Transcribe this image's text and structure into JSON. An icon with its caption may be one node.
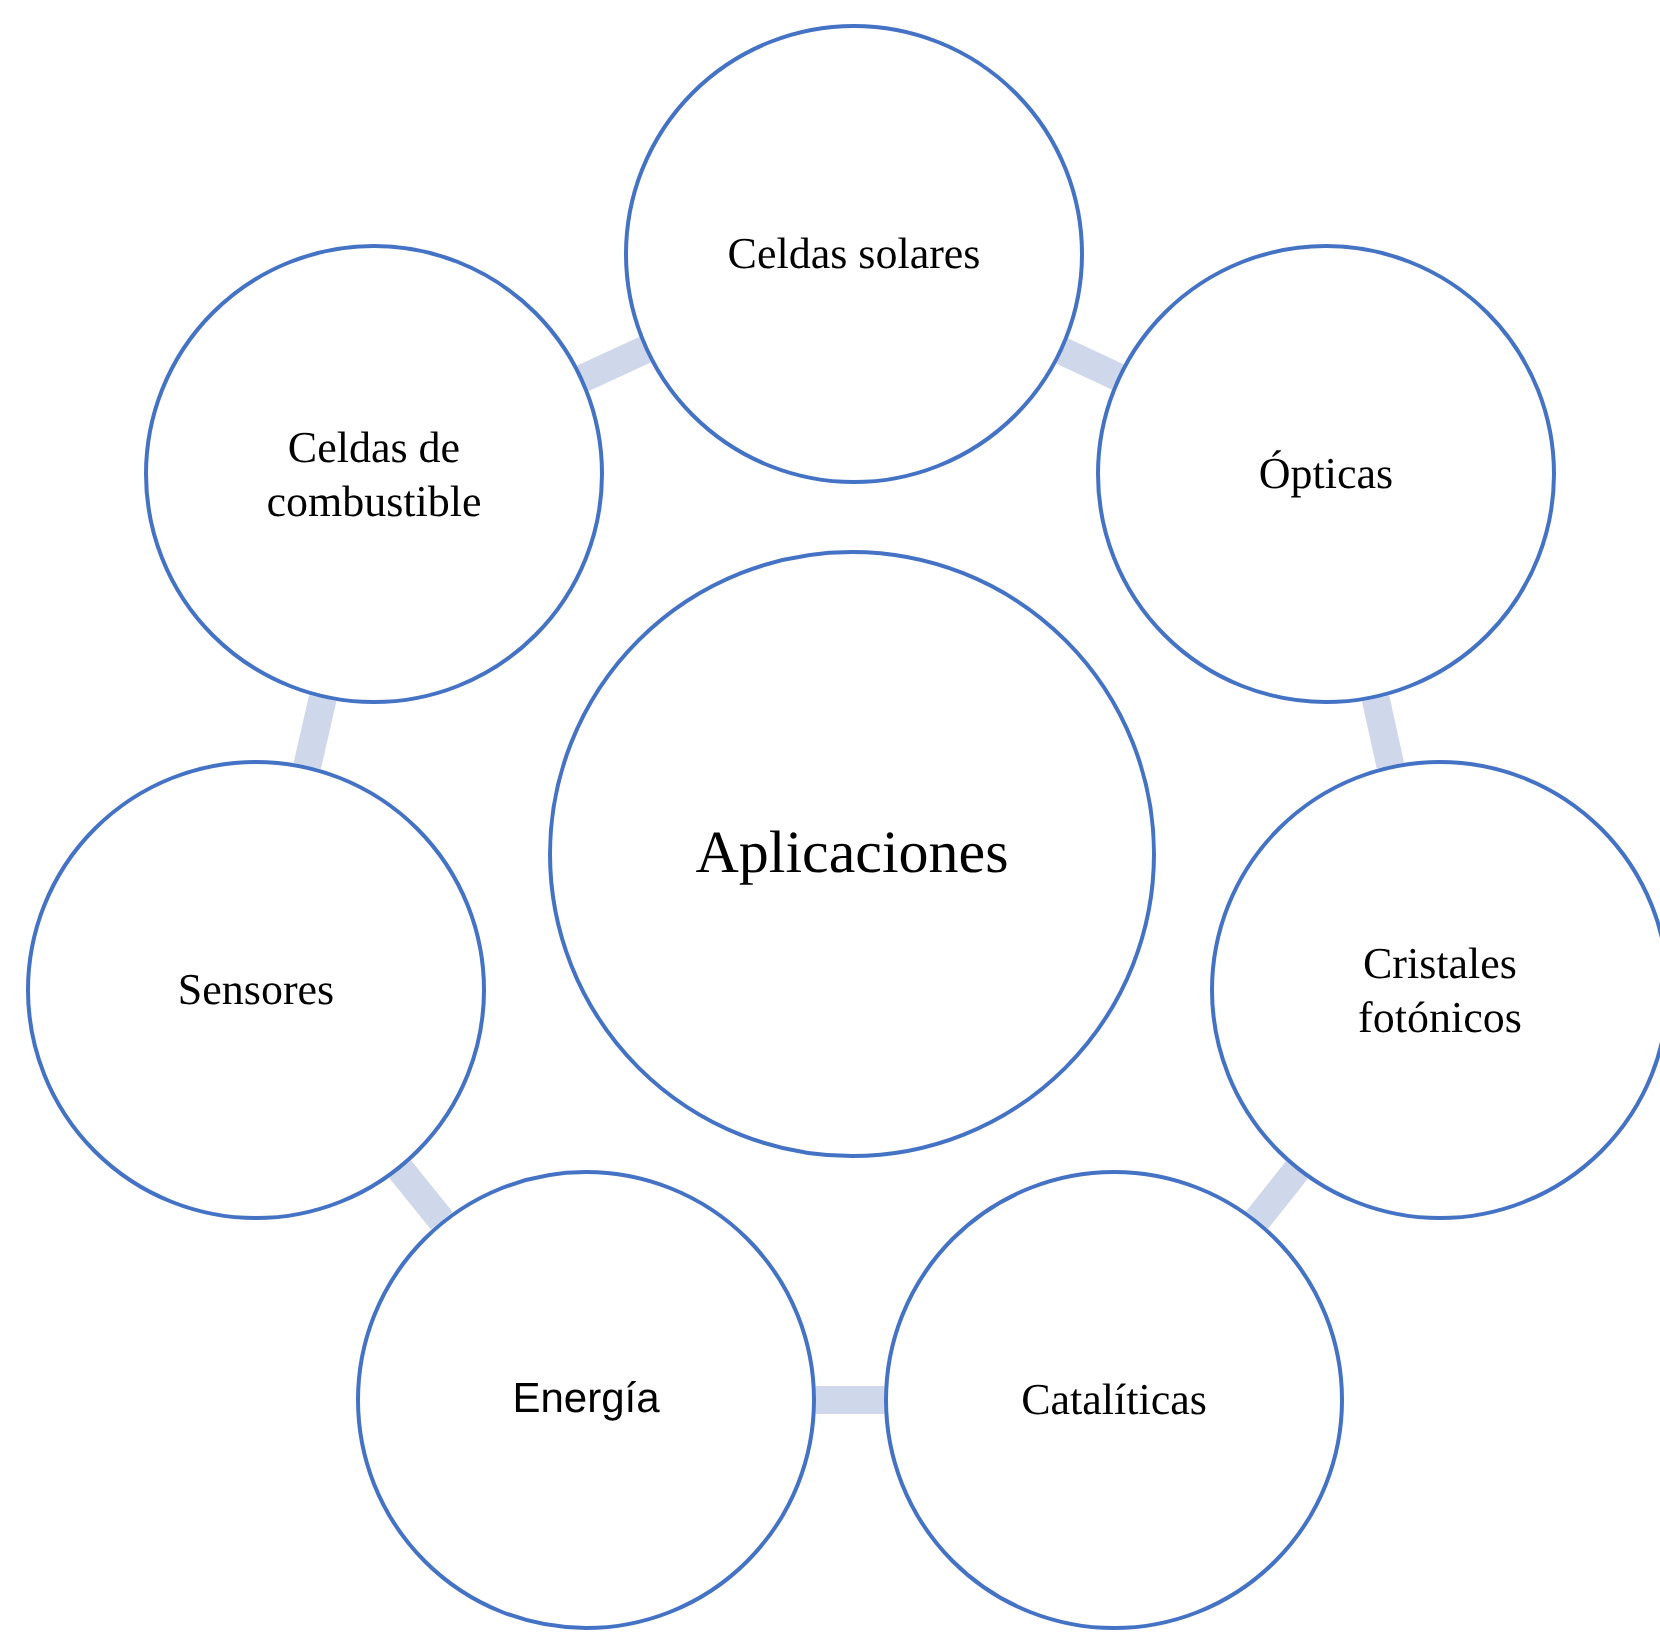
{
  "diagram": {
    "nodes": [
      {
        "text": [
          "Aplicaciones"
        ]
      },
      {
        "text": [
          "Celdas solares"
        ]
      },
      {
        "text": [
          "Ópticas"
        ]
      },
      {
        "text": [
          "Cristales fotónicos"
        ]
      },
      {
        "text": [
          "Catalíticas"
        ]
      },
      {
        "text": [
          "Energía"
        ]
      },
      {
        "text": [
          "Sensores"
        ]
      },
      {
        "text": [
          "Celdas de combustible"
        ]
      }
    ],
    "edges": [
      {
        "from": 1,
        "to": 2,
        "arrow": "none"
      },
      {
        "from": 2,
        "to": 3,
        "arrow": "none"
      },
      {
        "from": 3,
        "to": 4,
        "arrow": "none"
      },
      {
        "from": 4,
        "to": 5,
        "arrow": "none"
      },
      {
        "from": 5,
        "to": 6,
        "arrow": "none"
      },
      {
        "from": 6,
        "to": 7,
        "arrow": "none"
      },
      {
        "from": 7,
        "to": 1,
        "arrow": "none"
      }
    ]
  }
}
